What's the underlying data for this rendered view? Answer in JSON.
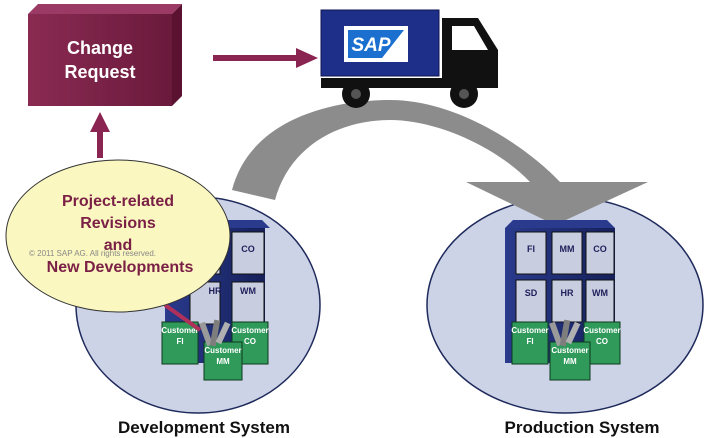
{
  "change_request": {
    "line1": "Change",
    "line2": "Request"
  },
  "truck": {
    "logo": "SAP"
  },
  "bubble": {
    "line1": "Project-related",
    "line2": "Revisions",
    "line3": "and",
    "line4": "New Developments"
  },
  "copyright": "© 2011 SAP AG. All rights reserved.",
  "dev_system": {
    "label": "Development System",
    "modules_visible": [
      "CO",
      "HR",
      "WM"
    ],
    "customer_labels": [
      "Customer\nFI",
      "Customer\nMM",
      "Customer\nCO"
    ]
  },
  "prod_system": {
    "label": "Production System",
    "modules": [
      "FI",
      "MM",
      "CO",
      "SD",
      "HR",
      "WM"
    ],
    "customer_labels": [
      "Customer\nFI",
      "Customer\nMM",
      "Customer\nCO"
    ]
  },
  "colors": {
    "change_request": "#7a1f45",
    "arrow": "#8a2451",
    "truck_box": "#1e2f8a",
    "truck_cab": "#111111",
    "ellipse_fill": "#cdd3e6",
    "ellipse_stroke": "#1e2a5c",
    "bubble_fill": "#fbf7c0",
    "bubble_text": "#7a1f45",
    "server_frame": "#1f2a6e",
    "module_fill": "#c9cde0",
    "customer_box": "#2f9a5a",
    "transport_arrow": "#8c8c8c"
  }
}
